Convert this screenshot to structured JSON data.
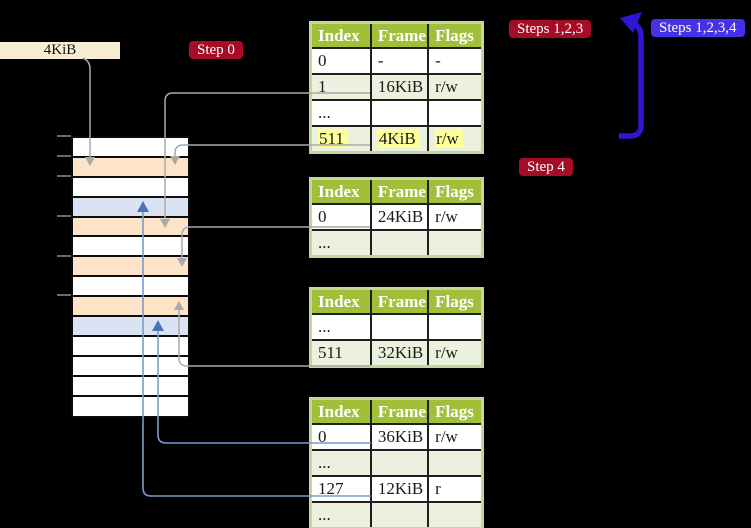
{
  "labels": {
    "page_size": "4KiB"
  },
  "badges": {
    "step0": "Step 0",
    "steps123": "Steps 1,2,3",
    "steps1234": "Steps 1,2,3,4",
    "step4": "Step 4"
  },
  "memory": {
    "rows": [
      "white",
      "orange",
      "white",
      "blue",
      "orange",
      "white",
      "orange",
      "white",
      "orange",
      "blue",
      "white",
      "white",
      "white",
      "white"
    ]
  },
  "tables": [
    {
      "headers": [
        "Index",
        "Frame",
        "Flags"
      ],
      "rows": [
        {
          "cells": [
            "0",
            "-",
            "-"
          ]
        },
        {
          "cells": [
            "1",
            "16KiB",
            "r/w"
          ]
        },
        {
          "cells": [
            "...",
            "",
            ""
          ]
        },
        {
          "cells": [
            "511",
            "4KiB",
            "r/w"
          ],
          "highlight": true
        }
      ]
    },
    {
      "headers": [
        "Index",
        "Frame",
        "Flags"
      ],
      "rows": [
        {
          "cells": [
            "0",
            "24KiB",
            "r/w"
          ]
        },
        {
          "cells": [
            "...",
            "",
            ""
          ]
        }
      ]
    },
    {
      "headers": [
        "Index",
        "Frame",
        "Flags"
      ],
      "rows": [
        {
          "cells": [
            "...",
            "",
            ""
          ]
        },
        {
          "cells": [
            "511",
            "32KiB",
            "r/w"
          ]
        }
      ]
    },
    {
      "headers": [
        "Index",
        "Frame",
        "Flags"
      ],
      "rows": [
        {
          "cells": [
            "0",
            "36KiB",
            "r/w"
          ]
        },
        {
          "cells": [
            "...",
            "",
            ""
          ]
        },
        {
          "cells": [
            "127",
            "12KiB",
            "r"
          ]
        },
        {
          "cells": [
            "...",
            "",
            ""
          ]
        }
      ]
    }
  ],
  "colors": {
    "bg": "#000000",
    "header_green": "#a2bf3a",
    "row_green": "#ebf1de",
    "table_border": "#c3d69b",
    "cell_border": "#1f1f1f",
    "highlight_yellow": "#ffff99",
    "mem_white": "#ffffff",
    "mem_orange": "#fde4c8",
    "mem_blue": "#dae3f3",
    "wheat_label": "#f8ecd2",
    "badge_red": "#a50d26",
    "badge_blue": "#4431e8",
    "arrow_blue": "#2f16d3",
    "conn_gray": "#a9a9a9",
    "conn_blue": "#7d9ac8",
    "conn_blue_head": "#4d72b8",
    "tick_gray": "#848484"
  }
}
